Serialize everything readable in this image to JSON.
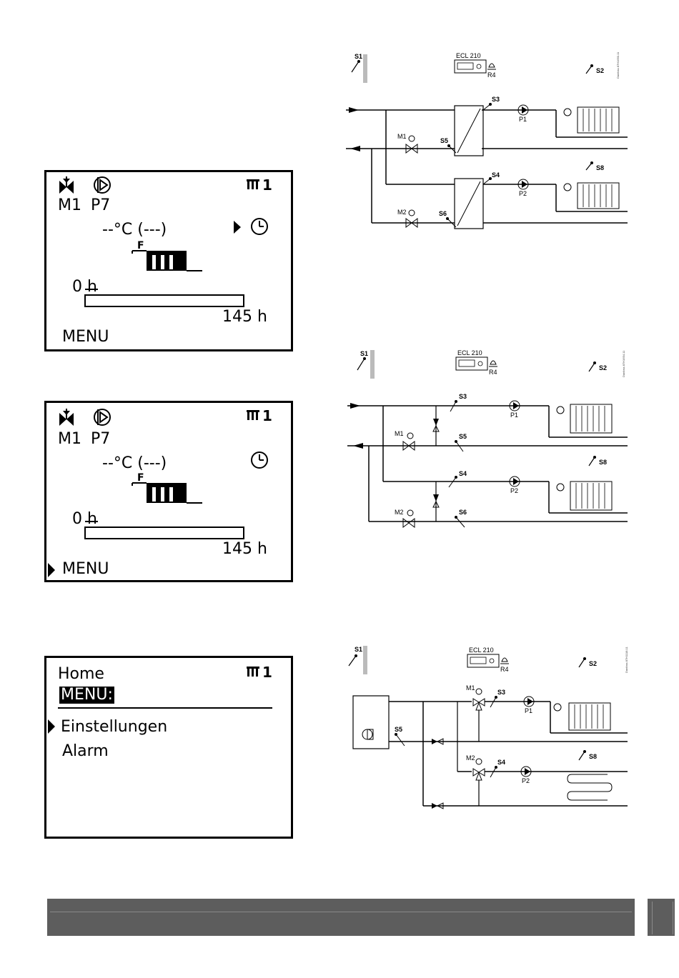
{
  "display1": {
    "mixer_label": "M1",
    "pump_label": "P7",
    "circuit_label": "1",
    "temp_text": "--°C (---)",
    "flag_label": "F",
    "hours_start": "0 h",
    "hours_end": "145 h",
    "menu_label": "MENU"
  },
  "display2": {
    "mixer_label": "M1",
    "pump_label": "P7",
    "circuit_label": "1",
    "temp_text": "--°C (---)",
    "flag_label": "F",
    "hours_start": "0 h",
    "hours_end": "145 h",
    "menu_label": "MENU"
  },
  "display3": {
    "home_label": "Home",
    "circuit_label": "1",
    "menu_header": "MENU:",
    "items": [
      "Einstellungen",
      "Alarm"
    ]
  },
  "diagram1": {
    "controller": "ECL 210",
    "labels": [
      "S1",
      "S2",
      "S3",
      "S4",
      "S5",
      "S6",
      "S8",
      "R4",
      "M1",
      "M2",
      "P1",
      "P2"
    ],
    "code": "Danfoss 87H1650.11"
  },
  "diagram2": {
    "controller": "ECL 210",
    "labels": [
      "S1",
      "S2",
      "S3",
      "S4",
      "S5",
      "S6",
      "S8",
      "R4",
      "M1",
      "M2",
      "P1",
      "P2"
    ],
    "code": "Danfoss 87H1654.11"
  },
  "diagram3": {
    "controller": "ECL 210",
    "labels": [
      "S1",
      "S2",
      "S3",
      "S4",
      "S5",
      "S8",
      "R4",
      "M1",
      "M2",
      "P1",
      "P2"
    ],
    "code": "Danfoss 87H1118.11"
  }
}
